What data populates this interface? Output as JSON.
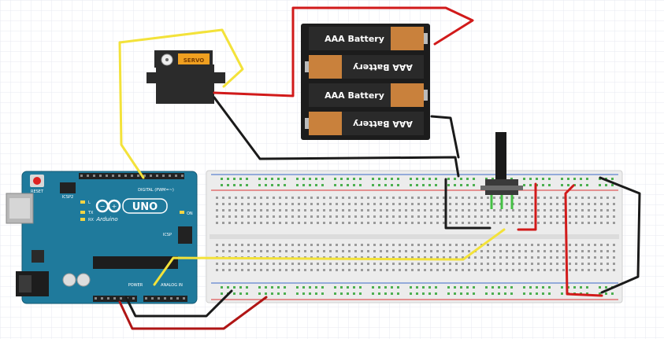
{
  "components": {
    "servo": {
      "label": "SERVO",
      "body_color": "#2b2b2b",
      "label_color": "#f0a020"
    },
    "battery_pack": {
      "cells": [
        {
          "label": "AAA Battery",
          "orientation": "normal"
        },
        {
          "label": "AAA Battery",
          "orientation": "flipped"
        },
        {
          "label": "AAA Battery",
          "orientation": "normal"
        },
        {
          "label": "AAA Battery",
          "orientation": "flipped"
        }
      ],
      "case_color": "#1c1c1c",
      "cell_color": "#2a2a2a",
      "cap_color": "#c9813c"
    },
    "arduino": {
      "brand": "Arduino",
      "model": "UNO",
      "reset_label": "RESET",
      "icsp2_label": "ICSP2",
      "icsp_label": "ICSP",
      "digital_label": "DIGITAL (PWM=~)",
      "power_label": "POWER",
      "analog_label": "ANALOG IN",
      "led_labels": [
        "L",
        "TX",
        "RX"
      ],
      "on_label": "ON",
      "board_color": "#1f7a9c"
    },
    "breadboard": {
      "color": "#e9e9e9",
      "hole_color": "#9a9a9a",
      "active_hole_color": "#4caf50",
      "rail_red": "#d33",
      "rail_blue": "#36c"
    },
    "potentiometer": {
      "shaft_color": "#1a1a1a",
      "legs_color": "#44c044"
    }
  },
  "wires": {
    "yellow": "#f3e23a",
    "red": "#d11a1a",
    "black": "#1a1a1a",
    "dark_red": "#b01515"
  }
}
